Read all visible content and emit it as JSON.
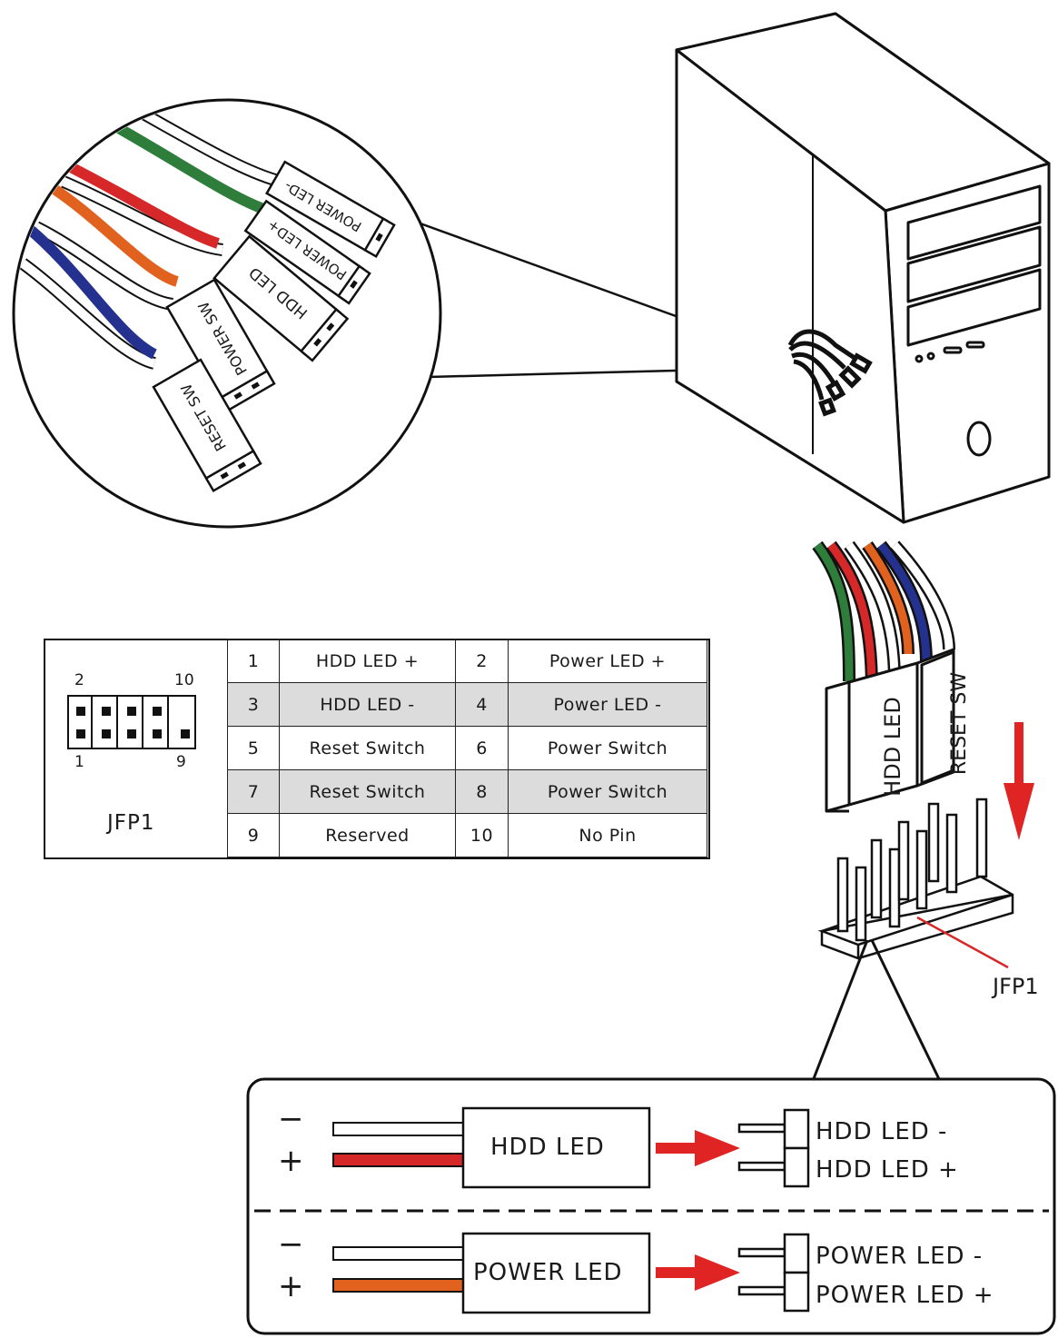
{
  "callout_connectors": [
    {
      "id": "power-led-minus",
      "label": "POWER LED-"
    },
    {
      "id": "power-led-plus",
      "label": "POWER LED+"
    },
    {
      "id": "hdd-led",
      "label": "HDD LED"
    },
    {
      "id": "power-sw",
      "label": "POWER SW"
    },
    {
      "id": "reset-sw",
      "label": "RESET SW"
    }
  ],
  "header_labels": {
    "hdd_led": "HDD LED",
    "reset_sw": "RESET SW",
    "jfp1": "JFP1"
  },
  "header_diagram": {
    "top_left": "2",
    "top_right": "10",
    "bottom_left": "1",
    "bottom_right": "9",
    "name": "JFP1"
  },
  "pin_table": {
    "rows": [
      {
        "pin_a": "1",
        "signal_a": "HDD LED +",
        "pin_b": "2",
        "signal_b": "Power LED +",
        "shaded": false
      },
      {
        "pin_a": "3",
        "signal_a": "HDD LED -",
        "pin_b": "4",
        "signal_b": "Power LED -",
        "shaded": true
      },
      {
        "pin_a": "5",
        "signal_a": "Reset Switch",
        "pin_b": "6",
        "signal_b": "Power Switch",
        "shaded": false
      },
      {
        "pin_a": "7",
        "signal_a": "Reset Switch",
        "pin_b": "8",
        "signal_b": "Power Switch",
        "shaded": true
      },
      {
        "pin_a": "9",
        "signal_a": "Reserved",
        "pin_b": "10",
        "signal_b": "No Pin",
        "shaded": false
      }
    ]
  },
  "polarity": {
    "hdd": {
      "minus": "−",
      "plus": "+",
      "connector": "HDD LED",
      "pin_minus": "HDD LED -",
      "pin_plus": "HDD LED +"
    },
    "power": {
      "minus": "−",
      "plus": "+",
      "connector": "POWER LED",
      "pin_minus": "POWER LED -",
      "pin_plus": "POWER LED +"
    }
  },
  "colors": {
    "green": "#2e7d3a",
    "red": "#d62828",
    "orange": "#e0621e",
    "blue": "#25318f",
    "arrow": "#e02424",
    "shade": "#dcdcdc"
  }
}
